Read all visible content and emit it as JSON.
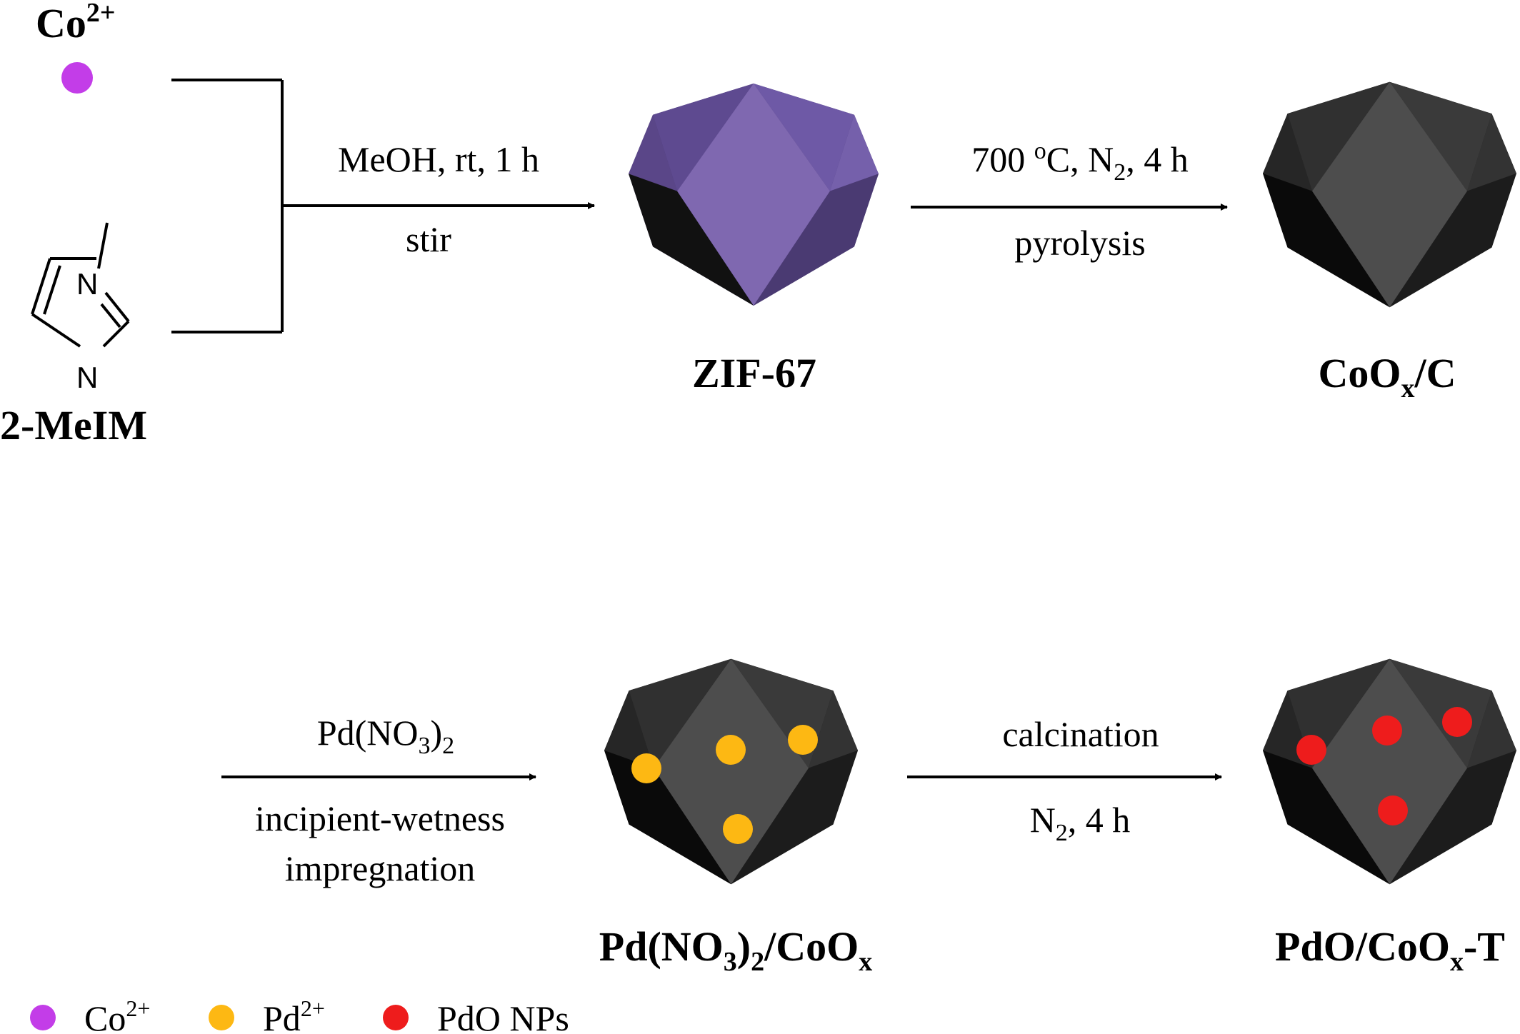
{
  "species": {
    "cobalt_ion": {
      "main": "Co",
      "sup": "2+"
    },
    "ligand_name": "2-MeIM",
    "ligand_atoms": {
      "n_top": "N",
      "n_bottom": "N"
    },
    "zif": "ZIF-67",
    "coox_c": {
      "main": "CoO",
      "sub": "x",
      "tail": "/C"
    },
    "pd_coox": {
      "a": "Pd(NO",
      "sub1": "3",
      "b": ")",
      "sub2": "2",
      "c": "/CoO",
      "sub3": "x"
    },
    "pdo_coox": {
      "a": "PdO/CoO",
      "sub": "x",
      "b": "-T"
    }
  },
  "steps": {
    "step1": {
      "top": "MeOH, rt, 1 h",
      "bottom": "stir"
    },
    "step2": {
      "top_a": "700 ",
      "top_sup": "o",
      "top_b": "C, N",
      "top_sub": "2",
      "top_c": ", 4 h",
      "bottom": "pyrolysis"
    },
    "step3": {
      "top_a": "Pd(NO",
      "top_sub1": "3",
      "top_b": ")",
      "top_sub2": "2",
      "bottom1": "incipient-wetness",
      "bottom2": "impregnation"
    },
    "step4": {
      "top": "calcination",
      "bottom_a": "N",
      "bottom_sub": "2",
      "bottom_b": ", 4 h"
    }
  },
  "legend": [
    {
      "label": "Co",
      "sup": "2+",
      "color": "#c33de8",
      "icon": "purple-dot"
    },
    {
      "label": "Pd",
      "sup": "2+",
      "color": "#fdb813",
      "icon": "yellow-dot"
    },
    {
      "label": "PdO NPs",
      "sup": "",
      "color": "#ee1c1c",
      "icon": "red-dot"
    }
  ],
  "colors": {
    "cobalt_ion": "#c33de8",
    "zif_front": "#7f68b0",
    "zif_side": "#5a4688",
    "carbon_front": "#4d4d4d",
    "carbon_side": "#262626",
    "pd_ion": "#fdb813",
    "pdo": "#ee1c1c"
  }
}
